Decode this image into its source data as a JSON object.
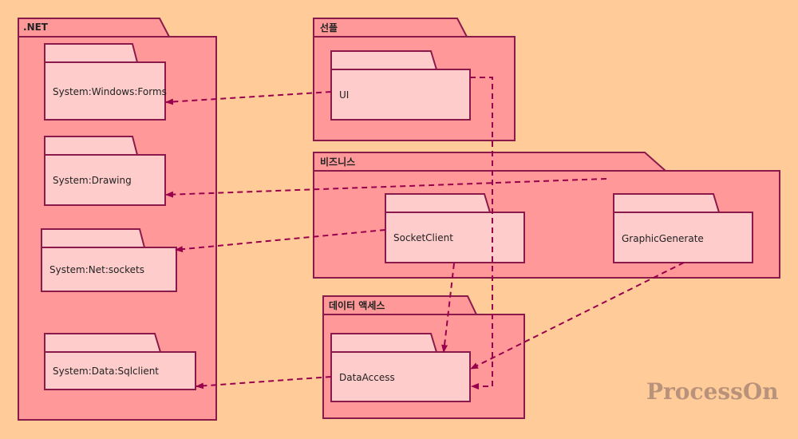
{
  "packages": {
    "dotnet": "NET",
    "ui": "선플",
    "business": "비즈니스",
    "data_access": "데이터 액세스"
  },
  "components": {
    "forms": "System:Windows:Forms",
    "drawing": "System:Drawing",
    "sockets": "System:Net:sockets",
    "sqlclient": "System:Data:Sqlclient",
    "ui": "UI",
    "socket_client": "SocketClient",
    "graphic_generate": "GraphicGenerate",
    "data_access": "DataAccess"
  },
  "watermark": "ProcessOn",
  "colors": {
    "background": "#FFCC99",
    "package_fill": "#FF9999",
    "component_fill": "#FFCCCC",
    "border": "#8B1A4A",
    "arrow": "#99004C"
  }
}
